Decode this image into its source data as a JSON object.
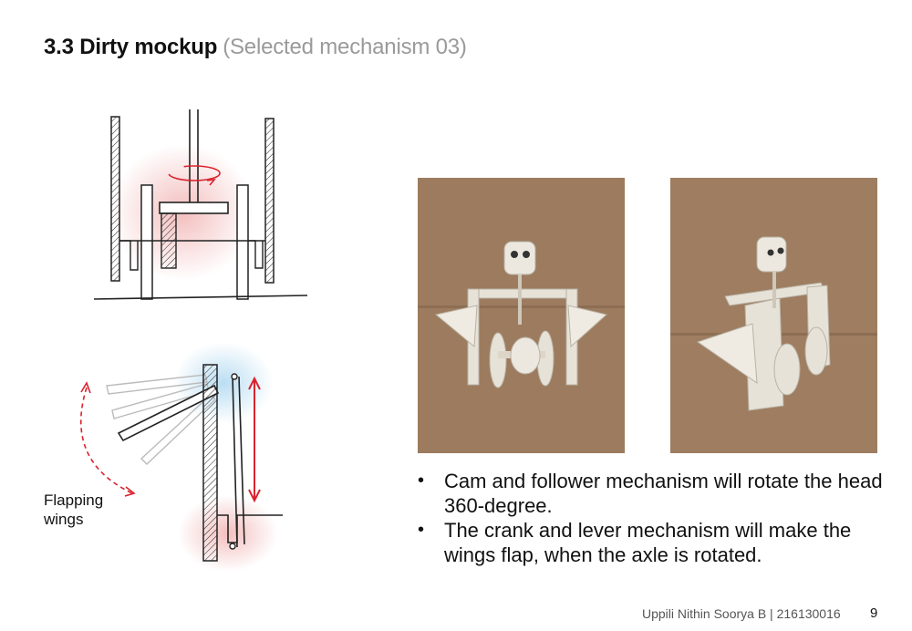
{
  "slide": {
    "title": "3.3 Dirty mockup",
    "subtitle": "(Selected mechanism 03)"
  },
  "sketches": {
    "wings_label": "Flapping wings"
  },
  "bullets": [
    "Cam and follower mechanism will rotate the head 360-degree.",
    "The crank and lever mechanism will make the wings flap, when the axle is rotated."
  ],
  "footer": {
    "author": "Uppili Nithin Soorya B | 216130016",
    "page": "9"
  },
  "colors": {
    "accent": "#d9232d",
    "subtitle": "#9a9a9a",
    "cardboard": "#9c7b5e",
    "model": "#e7e2d8",
    "glow_red": "#f2b7b7",
    "glow_blue": "#b7dcf2"
  }
}
